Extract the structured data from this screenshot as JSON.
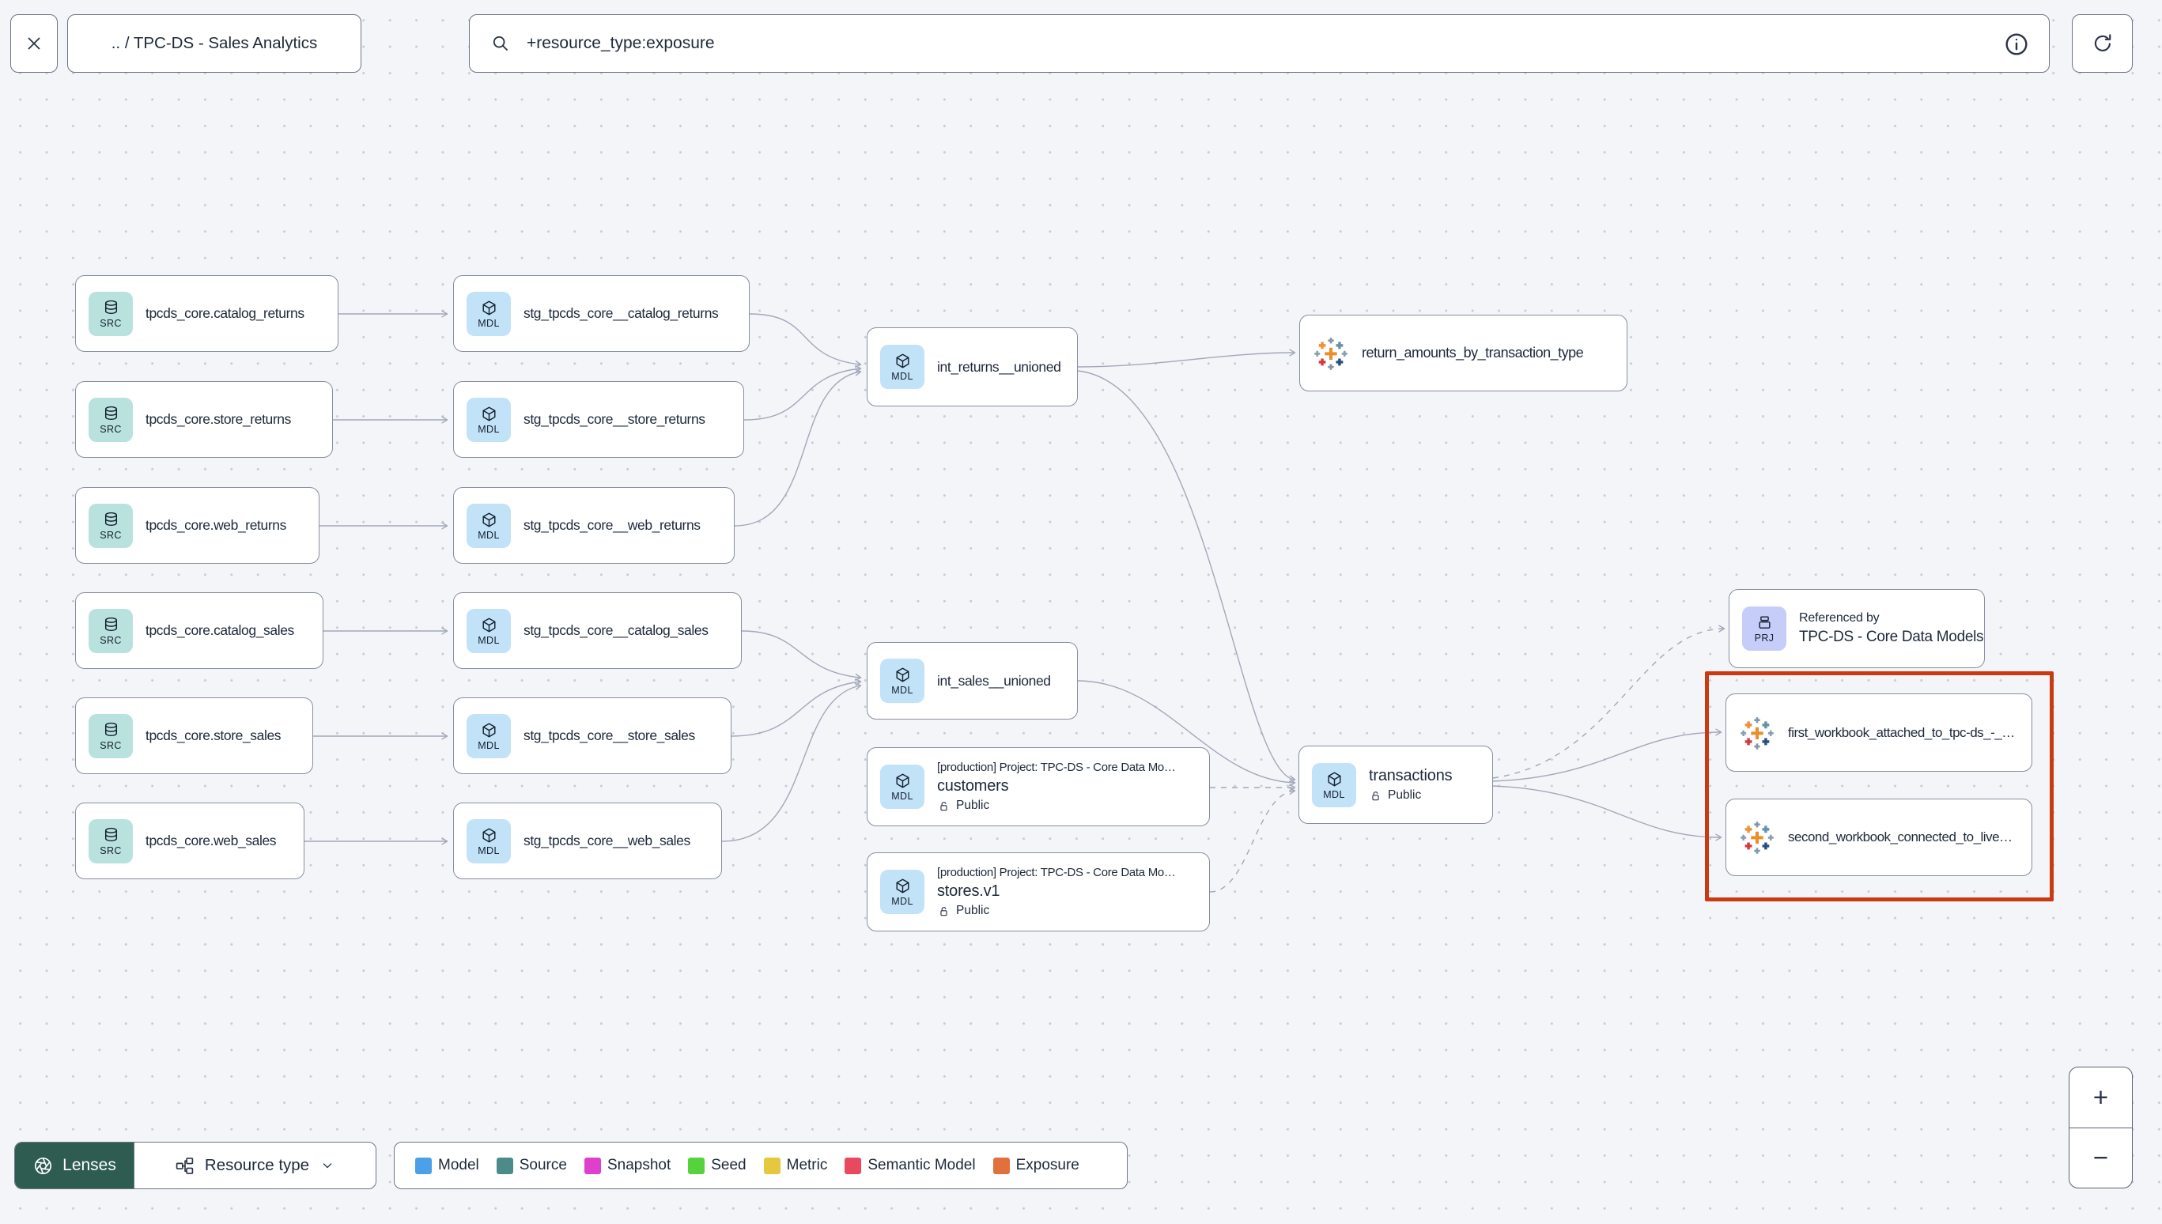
{
  "topbar": {
    "breadcrumb": ".. / TPC-DS - Sales Analytics",
    "search": {
      "value": "+resource_type:exposure"
    }
  },
  "graph": {
    "badge_source": "SRC",
    "badge_model": "MDL",
    "badge_project": "PRJ",
    "highlight_color": "#c93a12",
    "nodes": {
      "src_catalog_returns": {
        "title": "tpcds_core.catalog_returns"
      },
      "src_store_returns": {
        "title": "tpcds_core.store_returns"
      },
      "src_web_returns": {
        "title": "tpcds_core.web_returns"
      },
      "src_catalog_sales": {
        "title": "tpcds_core.catalog_sales"
      },
      "src_store_sales": {
        "title": "tpcds_core.store_sales"
      },
      "src_web_sales": {
        "title": "tpcds_core.web_sales"
      },
      "stg_catalog_returns": {
        "title": "stg_tpcds_core__catalog_returns"
      },
      "stg_store_returns": {
        "title": "stg_tpcds_core__store_returns"
      },
      "stg_web_returns": {
        "title": "stg_tpcds_core__web_returns"
      },
      "stg_catalog_sales": {
        "title": "stg_tpcds_core__catalog_sales"
      },
      "stg_store_sales": {
        "title": "stg_tpcds_core__store_sales"
      },
      "stg_web_sales": {
        "title": "stg_tpcds_core__web_sales"
      },
      "int_returns": {
        "title": "int_returns__unioned"
      },
      "int_sales": {
        "title": "int_sales__unioned"
      },
      "customers": {
        "project": "[production] Project: TPC-DS - Core Data Mo…",
        "title": "customers",
        "access": "Public"
      },
      "stores": {
        "project": "[production] Project: TPC-DS - Core Data Mo…",
        "title": "stores.v1",
        "access": "Public"
      },
      "return_amounts": {
        "title": "return_amounts_by_transaction_type"
      },
      "transactions": {
        "title": "transactions",
        "access": "Public"
      },
      "referenced_by": {
        "label": "Referenced by",
        "title": "TPC-DS - Core Data Models"
      },
      "first_workbook": {
        "title": "first_workbook_attached_to_tpc-ds_-_…"
      },
      "second_workbook": {
        "title": "second_workbook_connected_to_live…"
      }
    }
  },
  "footer": {
    "lenses_label": "Lenses",
    "resource_type_label": "Resource type",
    "legend": {
      "items": [
        {
          "label": "Model",
          "color": "#4ba0e8"
        },
        {
          "label": "Source",
          "color": "#4d8b8b"
        },
        {
          "label": "Snapshot",
          "color": "#de40cb"
        },
        {
          "label": "Seed",
          "color": "#55d33c"
        },
        {
          "label": "Metric",
          "color": "#e6c83e"
        },
        {
          "label": "Semantic Model",
          "color": "#e9495e"
        },
        {
          "label": "Exposure",
          "color": "#e0703c"
        }
      ]
    }
  },
  "zoom": {
    "in_label": "+",
    "out_label": "−"
  }
}
